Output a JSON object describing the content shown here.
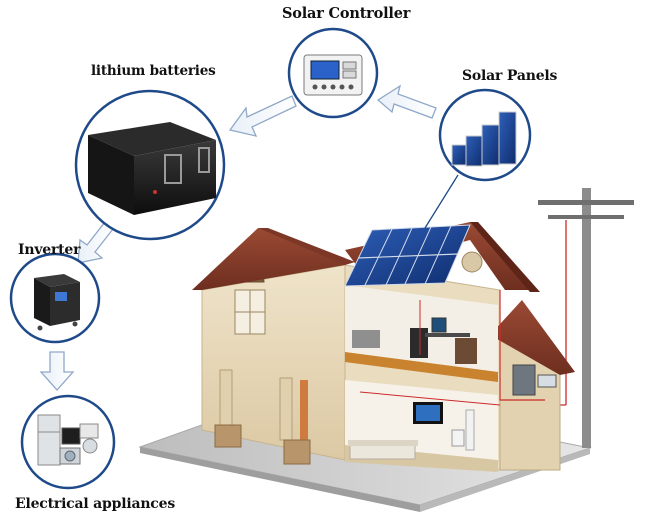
{
  "labels": {
    "controller": "Solar Controller",
    "batteries": "lithium batteries",
    "panels": "Solar Panels",
    "inverter": "Inverter",
    "appliances": "Electrical appliances"
  }
}
